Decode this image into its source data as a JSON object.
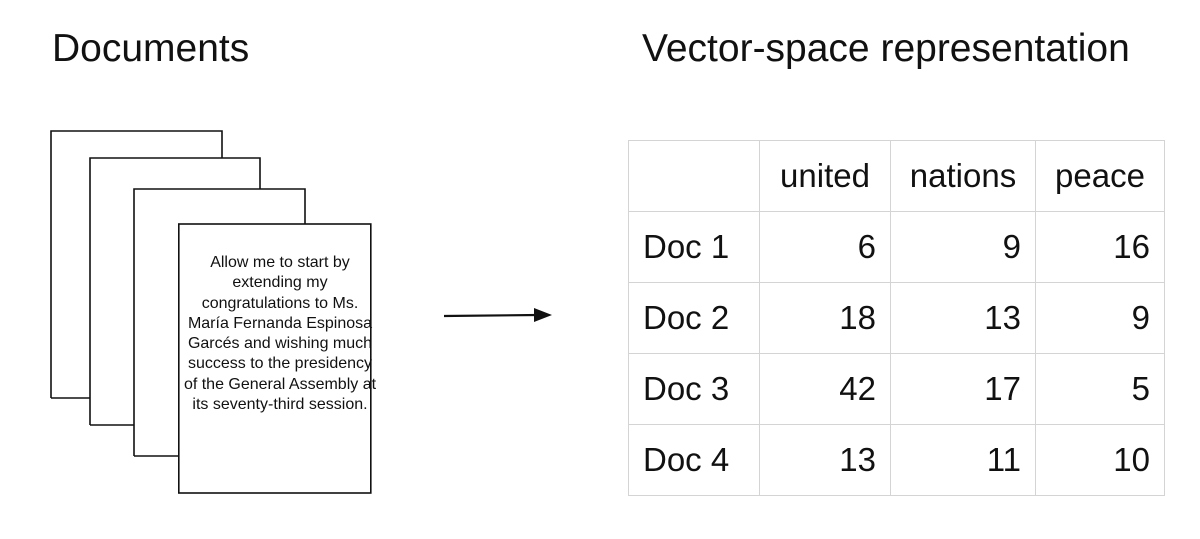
{
  "headings": {
    "documents": "Documents",
    "representation": "Vector-space representation"
  },
  "document_text": "Allow me to start by extending my congratulations to Ms. María Fernanda Espinosa Garcés and wishing much success to the presidency of the General Assembly at its seventy-third session.",
  "matrix": {
    "columns": [
      "united",
      "nations",
      "peace"
    ],
    "rows": [
      {
        "label": "Doc 1",
        "values": [
          "6",
          "9",
          "16"
        ]
      },
      {
        "label": "Doc 2",
        "values": [
          "18",
          "13",
          "9"
        ]
      },
      {
        "label": "Doc 3",
        "values": [
          "42",
          "17",
          "5"
        ]
      },
      {
        "label": "Doc 4",
        "values": [
          "13",
          "11",
          "10"
        ]
      }
    ]
  },
  "colors": {
    "ink": "#111111",
    "grid": "#d4d4d4",
    "background": "#ffffff"
  }
}
